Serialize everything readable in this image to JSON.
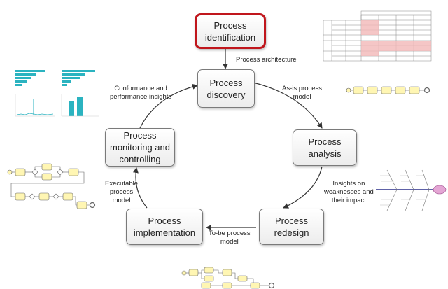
{
  "nodes": {
    "identification": "Process\nidentification",
    "discovery": "Process\ndiscovery",
    "analysis": "Process\nanalysis",
    "redesign": "Process\nredesign",
    "implementation": "Process\nimplementation",
    "monitoring": "Process\nmonitoring and\ncontrolling"
  },
  "edge_labels": {
    "architecture": "Process architecture",
    "asis": "As-is process\nmodel",
    "insights": "Insights on\nweaknesses and\ntheir impact",
    "tobe": "To-be process\nmodel",
    "executable": "Executable\nprocess\nmodel",
    "conformance": "Conformance and\nperformance insights"
  },
  "colors": {
    "highlight_border": "#c0161c",
    "box_border": "#7a7a7a",
    "arrow": "#333333",
    "thumb_accent": "#2bb3c0",
    "thumb_highlight": "#f2b8b8",
    "flow_yellow": "#fff6b3"
  }
}
